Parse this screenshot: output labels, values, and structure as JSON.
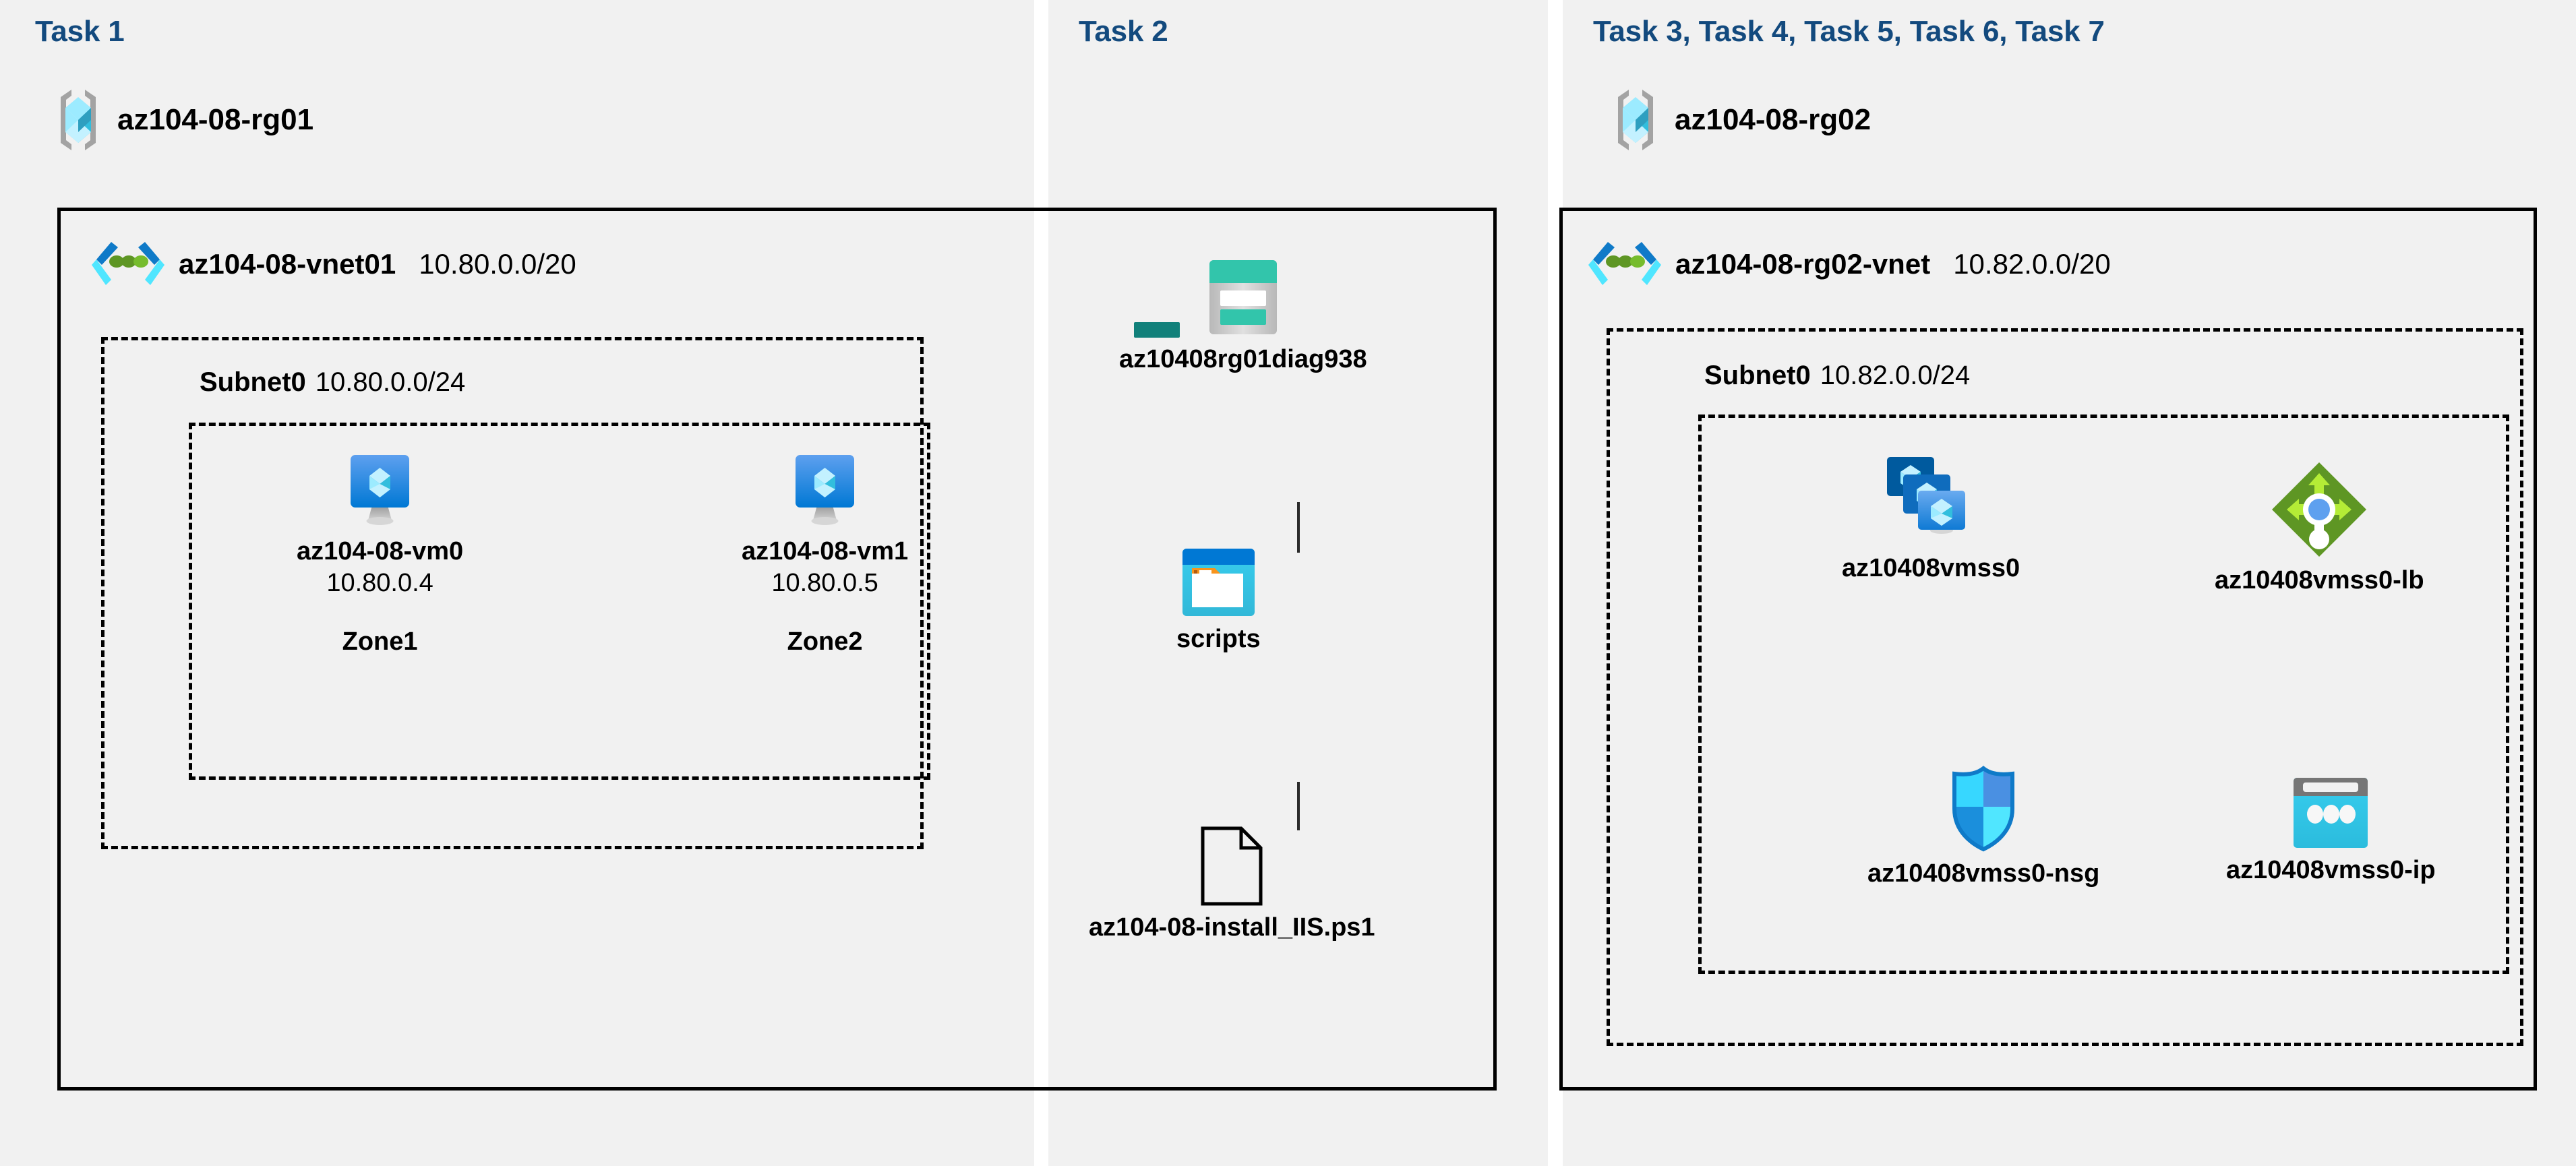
{
  "panels": {
    "task1": {
      "label": "Task 1",
      "resource_group": {
        "name": "az104-08-rg01",
        "icon": "resource-group-icon"
      },
      "vnet": {
        "name": "az104-08-vnet01",
        "cidr": "10.80.0.0/20",
        "icon": "virtual-network-icon"
      },
      "subnet": {
        "name": "Subnet0",
        "cidr": "10.80.0.0/24"
      },
      "vms": [
        {
          "name": "az104-08-vm0",
          "ip": "10.80.0.4",
          "zone": "Zone1",
          "icon": "virtual-machine-icon"
        },
        {
          "name": "az104-08-vm1",
          "ip": "10.80.0.5",
          "zone": "Zone2",
          "icon": "virtual-machine-icon"
        }
      ]
    },
    "task2": {
      "label": "Task 2",
      "storage_account": {
        "name": "az10408rg01diag938",
        "icon": "storage-account-icon"
      },
      "blob_container": {
        "name": "scripts",
        "icon": "blob-container-icon"
      },
      "script_file": {
        "name": "az104-08-install_IIS.ps1",
        "icon": "file-icon"
      }
    },
    "task3": {
      "label": "Task 3, Task 4, Task 5, Task 6, Task 7",
      "resource_group": {
        "name": "az104-08-rg02",
        "icon": "resource-group-icon"
      },
      "vnet": {
        "name": "az104-08-rg02-vnet",
        "cidr": "10.82.0.0/20",
        "icon": "virtual-network-icon"
      },
      "subnet": {
        "name": "Subnet0",
        "cidr": "10.82.0.0/24"
      },
      "resources": [
        {
          "name": "az10408vmss0",
          "icon": "vm-scale-set-icon"
        },
        {
          "name": "az10408vmss0-lb",
          "icon": "load-balancer-icon"
        },
        {
          "name": "az10408vmss0-nsg",
          "icon": "network-security-group-icon"
        },
        {
          "name": "az10408vmss0-ip",
          "icon": "public-ip-address-icon"
        }
      ]
    }
  },
  "colors": {
    "task_label": "#134a7e",
    "panel_background": "#f1f1f1",
    "page_background": "#ffffff",
    "border": "#000000",
    "azure_blue": "#0078d4",
    "cyan": "#32bedd",
    "teal": "#32c5ab",
    "green": "#76bc2d",
    "orange": "#f7941e",
    "gray": "#767676"
  }
}
